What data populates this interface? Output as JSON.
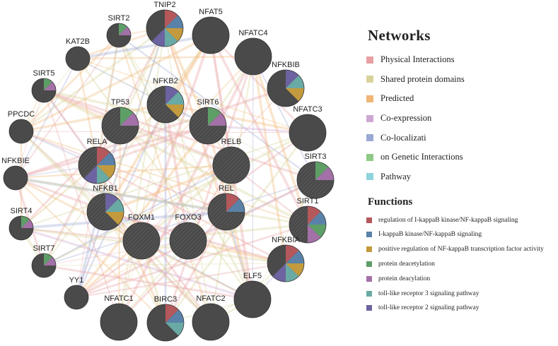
{
  "networks_title": "Networks",
  "networks": [
    {
      "label": "Physical Interactions",
      "color": "#e8a0a4"
    },
    {
      "label": "Shared protein domains",
      "color": "#d8d39a"
    },
    {
      "label": "Predicted",
      "color": "#f0b675"
    },
    {
      "label": "Co-expression",
      "color": "#cda7d2"
    },
    {
      "label": "Co-localizati",
      "color": "#9aa9d4"
    },
    {
      "label": "on Genetic Interactions",
      "color": "#8fca86"
    },
    {
      "label": "Pathway",
      "color": "#8fd3dc"
    }
  ],
  "functions_title": "Functions",
  "functions": [
    {
      "label": "regulation of I-kappaB kinase/NF-kappaB signaling",
      "color": "#b4585b"
    },
    {
      "label": "I-kappaB kinase/NF-kappaB signaling",
      "color": "#5a82a8"
    },
    {
      "label": "positive regulation of NF-kappaB transcription factor activity",
      "color": "#c39a3d"
    },
    {
      "label": "protein deacetylation",
      "color": "#5e9e67"
    },
    {
      "label": "protein deacylation",
      "color": "#a470a8"
    },
    {
      "label": "toll-like receptor 3 signaling pathway",
      "color": "#6aaaa5"
    },
    {
      "label": "toll-like receptor 2 signaling pathway",
      "color": "#6c63a0"
    }
  ],
  "nodes": [
    {
      "id": "TNIP2",
      "label": "TNIP2",
      "pie": [
        0,
        1,
        2,
        5,
        6
      ]
    },
    {
      "id": "SIRT2",
      "label": "SIRT2",
      "pie": [
        3,
        4
      ]
    },
    {
      "id": "NFAT5",
      "label": "NFAT5",
      "pie": []
    },
    {
      "id": "NFATC4",
      "label": "NFATC4",
      "pie": []
    },
    {
      "id": "KAT2B",
      "label": "KAT2B",
      "pie": []
    },
    {
      "id": "NFKBIB",
      "label": "NFKBIB",
      "pie": [
        6,
        5,
        2
      ]
    },
    {
      "id": "SIRT5",
      "label": "SIRT5",
      "pie": [
        3,
        4
      ]
    },
    {
      "id": "NFKB2",
      "label": "NFKB2",
      "pie": [
        6,
        5,
        2
      ]
    },
    {
      "id": "TP53",
      "label": "TP53",
      "pie": [
        3,
        4
      ]
    },
    {
      "id": "SIRT6",
      "label": "SIRT6",
      "pie": [
        3,
        4
      ]
    },
    {
      "id": "NFATC3",
      "label": "NFATC3",
      "pie": []
    },
    {
      "id": "PPCDC",
      "label": "PPCDC",
      "pie": []
    },
    {
      "id": "RELA",
      "label": "RELA",
      "pie": [
        0,
        1,
        2,
        5,
        6
      ]
    },
    {
      "id": "RELB",
      "label": "RELB",
      "pie": []
    },
    {
      "id": "SIRT3",
      "label": "SIRT3",
      "pie": [
        3,
        4
      ]
    },
    {
      "id": "NFKBIE",
      "label": "NFKBIE",
      "pie": []
    },
    {
      "id": "NFKB1",
      "label": "NFKB1",
      "pie": [
        6,
        5,
        2
      ]
    },
    {
      "id": "REL",
      "label": "REL",
      "pie": [
        0,
        1
      ]
    },
    {
      "id": "SIRT4",
      "label": "SIRT4",
      "pie": [
        3,
        4
      ]
    },
    {
      "id": "SIRT1",
      "label": "SIRT1",
      "pie": [
        0,
        1,
        3,
        4
      ]
    },
    {
      "id": "FOXM1",
      "label": "FOXM1",
      "pie": []
    },
    {
      "id": "FOXO3",
      "label": "FOXO3",
      "pie": []
    },
    {
      "id": "SIRT7",
      "label": "SIRT7",
      "pie": [
        3,
        4
      ]
    },
    {
      "id": "NFKBIA",
      "label": "NFKBIA",
      "pie": [
        0,
        1,
        2,
        5,
        6
      ]
    },
    {
      "id": "YY1",
      "label": "YY1",
      "pie": []
    },
    {
      "id": "ELF5",
      "label": "ELF5",
      "pie": []
    },
    {
      "id": "NFATC1",
      "label": "NFATC1",
      "pie": []
    },
    {
      "id": "BIRC3",
      "label": "BIRC3",
      "pie": [
        0,
        1,
        5
      ]
    },
    {
      "id": "NFATC2",
      "label": "NFATC2",
      "pie": []
    }
  ]
}
